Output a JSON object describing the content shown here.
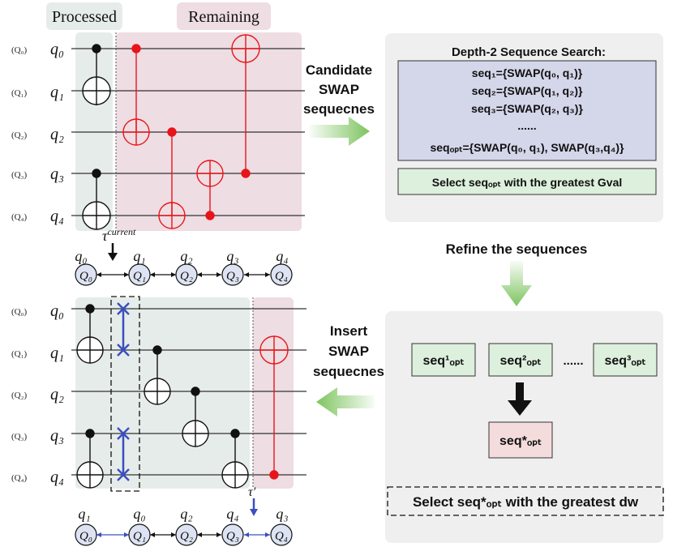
{
  "colors": {
    "processed_bg": "#e6ece9",
    "remaining_bg": "#eedde2",
    "panel_bg": "#efefef",
    "seq_box_bg": "#d4d6ea",
    "select_box_bg": "#ddf0dd",
    "arrow_green": "#7dc45f",
    "cnot_red": "#e8141a",
    "swap_blue": "#3a4fc2",
    "final_seq_bg": "#f4dcdc"
  },
  "top_circuit": {
    "processed_label": "Processed",
    "remaining_label": "Remaining",
    "physical_labels": [
      "(Q₀)",
      "(Q₁)",
      "(Q₂)",
      "(Q₃)",
      "(Q₄)"
    ],
    "logical_labels": [
      "q₀",
      "q₁",
      "q₂",
      "q₃",
      "q₄"
    ],
    "tau_label": "τ",
    "tau_superscript": "current"
  },
  "mapping_top": {
    "logical": [
      "q₀",
      "q₁",
      "q₂",
      "q₃",
      "q₄"
    ],
    "physical": [
      "Q₀",
      "Q₁",
      "Q₂",
      "Q₃",
      "Q₄"
    ]
  },
  "bottom_circuit": {
    "physical_labels": [
      "(Q₀)",
      "(Q₁)",
      "(Q₂)",
      "(Q₃)",
      "(Q₄)"
    ],
    "logical_labels": [
      "q₀",
      "q₁",
      "q₂",
      "q₃",
      "q₄"
    ],
    "tau_label": "τ′"
  },
  "mapping_bottom": {
    "logical": [
      "q₁",
      "q₀",
      "q₂",
      "q₄",
      "q₃"
    ],
    "physical": [
      "Q₀",
      "Q₁",
      "Q₂",
      "Q₃",
      "Q₄"
    ]
  },
  "arrows": {
    "candidate_lines": [
      "Candidate",
      "SWAP",
      "sequecnes"
    ],
    "refine_label": "Refine the sequences",
    "insert_lines": [
      "Insert",
      "SWAP",
      "sequecnes"
    ]
  },
  "search_panel": {
    "title": "Depth-2 Sequence Search:",
    "seq1": "seq₁={SWAP(q₀, q₁)}",
    "seq2": "seq₂={SWAP(q₁, q₂)}",
    "seq3": "seq₃={SWAP(q₂, q₃)}",
    "dots": "......",
    "seq_opt": "seqₒₚₜ={SWAP(q₀, q₁), SWAP(q₃,q₄)}",
    "select_text": "Select seqₒₚₜ with the greatest Gval"
  },
  "refine_panel": {
    "cand1": "seq¹ₒₚₜ",
    "cand2": "seq²ₒₚₜ",
    "dots": "......",
    "cand3": "seq³ₒₚₜ",
    "final": "seq*ₒₚₜ",
    "select_text": "Select seq*ₒₚₜ with the greatest dw"
  }
}
